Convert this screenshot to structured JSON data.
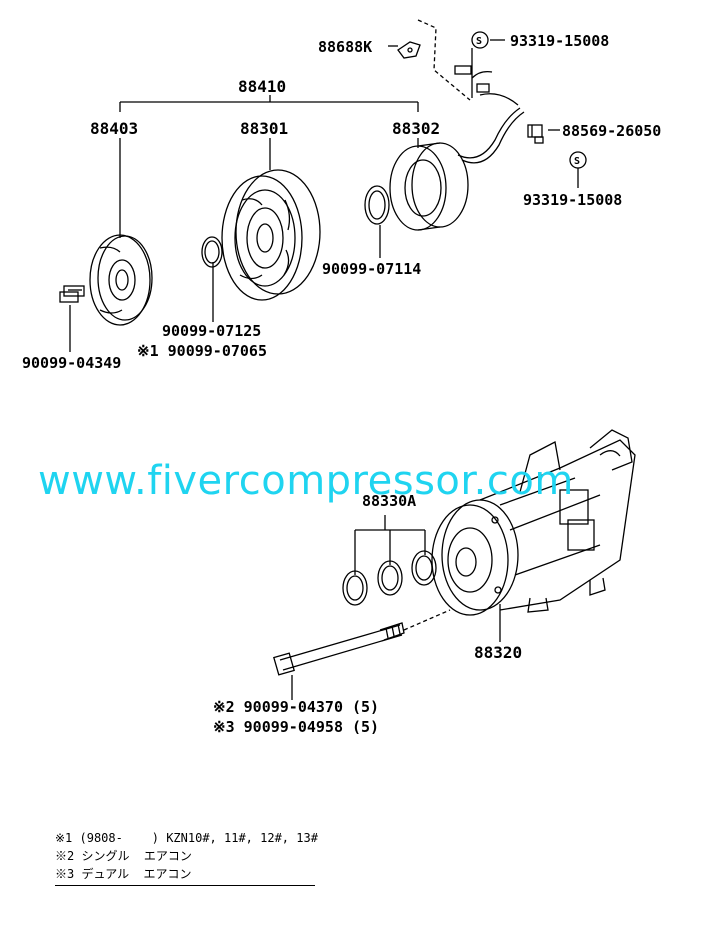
{
  "parts": {
    "p88410": "88410",
    "p88403": "88403",
    "p88301": "88301",
    "p88302": "88302",
    "p88688K": "88688K",
    "p93319_top": "93319-15008",
    "p88569": "88569-26050",
    "p93319_bottom": "93319-15008",
    "p90099_07114": "90099-07114",
    "p90099_07125": "90099-07125",
    "p90099_07065": "※1 90099-07065",
    "p90099_04349": "90099-04349",
    "p88330A": "88330A",
    "p88320": "88320",
    "p90099_04370": "※2 90099-04370 (5)",
    "p90099_04958": "※3 90099-04958 (5)"
  },
  "symbols": {
    "s_marker": "S"
  },
  "watermark": "www.fivercompressor.com",
  "notes": [
    "※1 (9808-    ) KZN10#, 11#, 12#, 13#",
    "※2 シングル  エアコン",
    "※3 デュアル  エアコン"
  ],
  "colors": {
    "watermark": "#1fd4f0",
    "line": "#000000"
  }
}
